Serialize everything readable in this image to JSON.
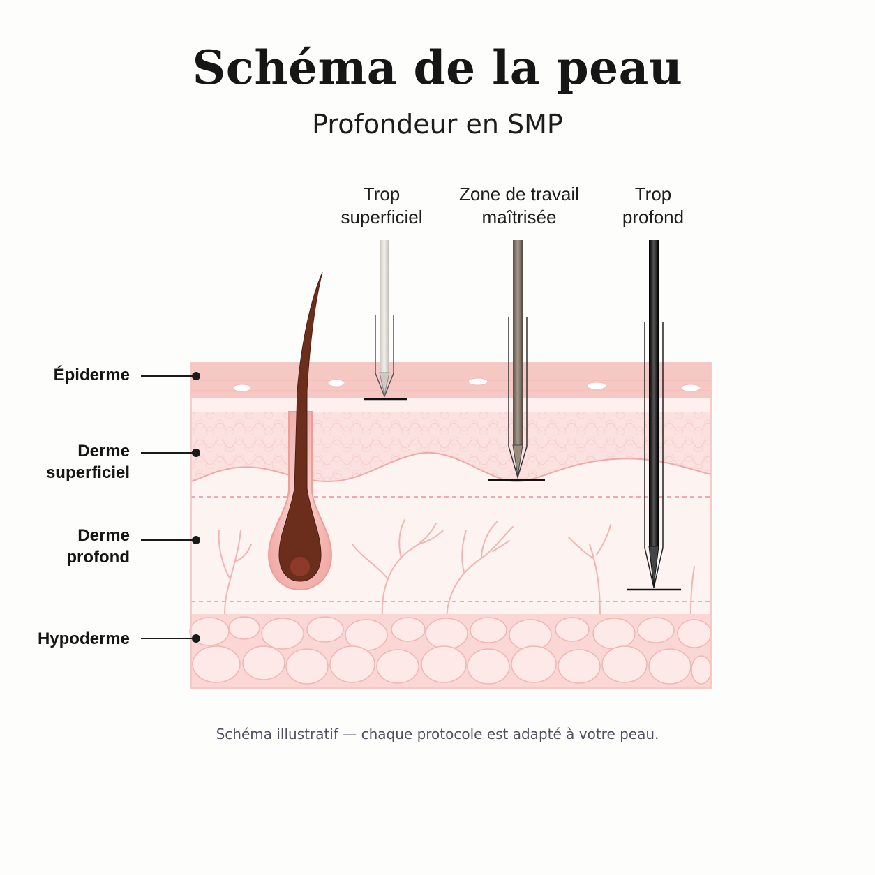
{
  "title": "Schéma de la peau",
  "subtitle": "Profondeur en SMP",
  "needles": [
    {
      "line1": "Trop",
      "line2": "superficiel",
      "color": "#d9d4cd"
    },
    {
      "line1": "Zone de travail",
      "line2": "maîtrisée",
      "color": "#7e6e62"
    },
    {
      "line1": "Trop",
      "line2": "profond",
      "color": "#161616"
    }
  ],
  "layers": [
    {
      "line1": "Épiderme",
      "line2": ""
    },
    {
      "line1": "Derme",
      "line2": "superficiel"
    },
    {
      "line1": "Derme",
      "line2": "profond"
    },
    {
      "line1": "Hypoderme",
      "line2": ""
    }
  ],
  "caption": "Schéma illustratif — chaque protocole est adapté à votre peau.",
  "colors": {
    "epidermis": "#f6c8c4",
    "dermis_superficial": "#fbe2e1",
    "dermis_deep": "#fdf3f1",
    "hypodermis": "#fad7d5",
    "hair": "#6b2e1d",
    "dash": "#ee8f98"
  }
}
